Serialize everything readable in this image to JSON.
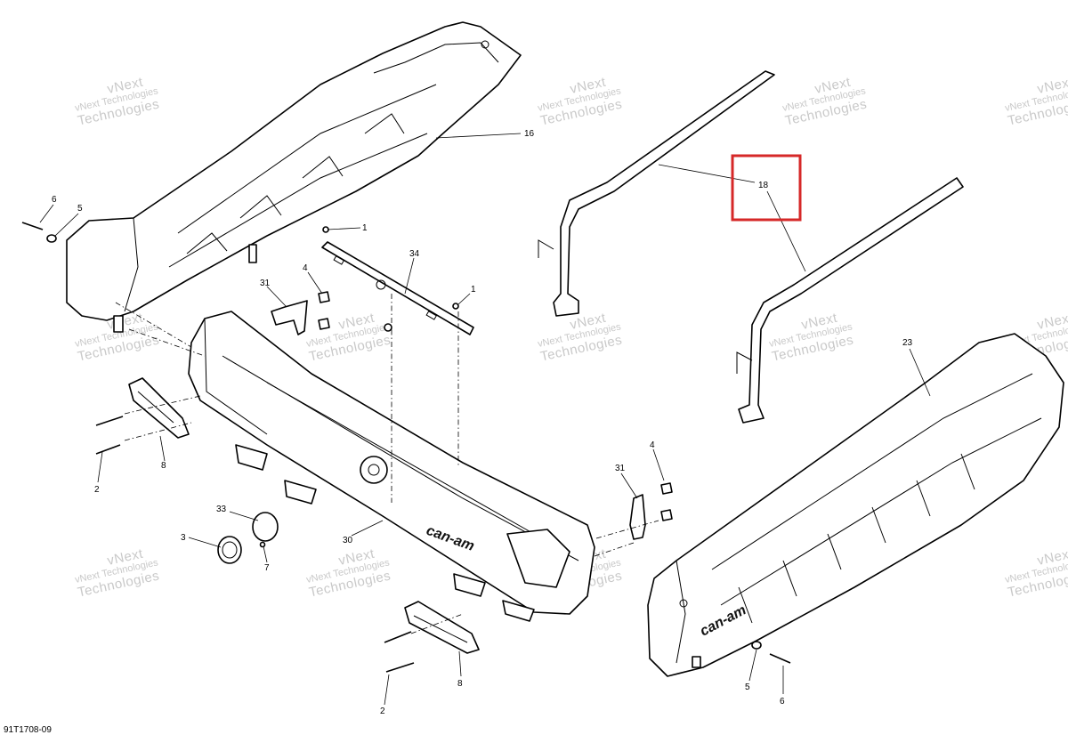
{
  "diagram": {
    "drawing_number": "91T1708-09",
    "brand_marking": "can-am",
    "watermark_line1": "vNext Technologies",
    "watermark_line2": "Technologies",
    "watermark_line3": "vNext",
    "highlight_color": "#d62828",
    "callouts": [
      {
        "id": "c16",
        "label": "16"
      },
      {
        "id": "c18",
        "label": "18"
      },
      {
        "id": "c23",
        "label": "23"
      },
      {
        "id": "c6a",
        "label": "6"
      },
      {
        "id": "c5a",
        "label": "5"
      },
      {
        "id": "c1a",
        "label": "1"
      },
      {
        "id": "c34",
        "label": "34"
      },
      {
        "id": "c1b",
        "label": "1"
      },
      {
        "id": "c4a",
        "label": "4"
      },
      {
        "id": "c31a",
        "label": "31"
      },
      {
        "id": "c8a",
        "label": "8"
      },
      {
        "id": "c2a",
        "label": "2"
      },
      {
        "id": "c4b",
        "label": "4"
      },
      {
        "id": "c31b",
        "label": "31"
      },
      {
        "id": "c33",
        "label": "33"
      },
      {
        "id": "c3",
        "label": "3"
      },
      {
        "id": "c7",
        "label": "7"
      },
      {
        "id": "c30",
        "label": "30"
      },
      {
        "id": "c8b",
        "label": "8"
      },
      {
        "id": "c2b",
        "label": "2"
      },
      {
        "id": "c5b",
        "label": "5"
      },
      {
        "id": "c6b",
        "label": "6"
      }
    ]
  }
}
